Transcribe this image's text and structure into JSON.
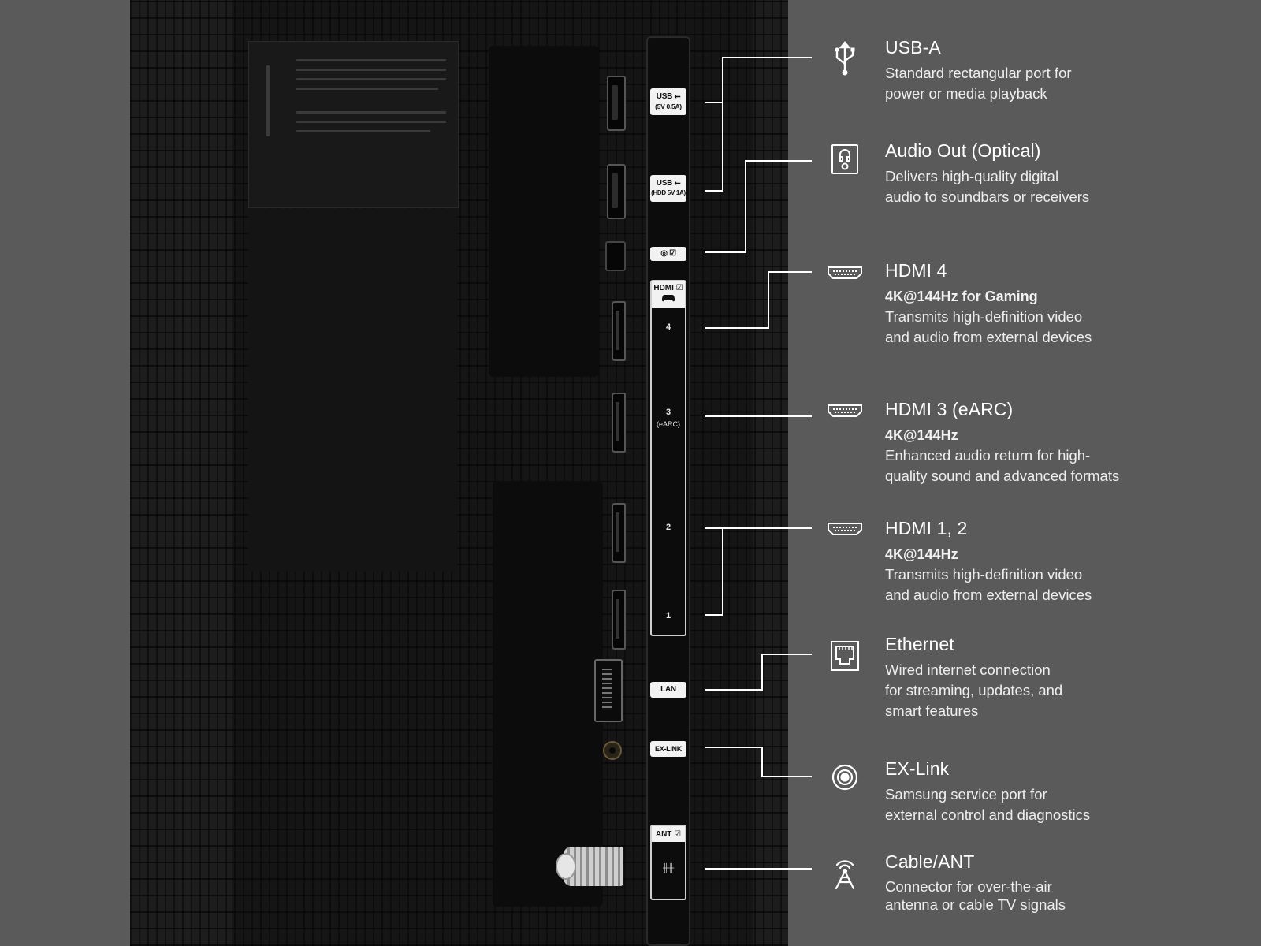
{
  "strip": {
    "usb1": [
      "USB ⭠",
      "(5V 0.5A)"
    ],
    "usb2": [
      "USB ⭠",
      "(HDD 5V 1A)"
    ],
    "optical": "◎ ☑",
    "hdmi_head": "HDMI ☑",
    "hdmi_numbers": [
      "4",
      "3",
      "(eARC)",
      "2",
      "1"
    ],
    "lan": "LAN",
    "exlink": "EX-LINK",
    "ant": "ANT ☑"
  },
  "ports": [
    {
      "icon": "usb-icon",
      "title": "USB-A",
      "spec": "",
      "description": "Standard rectangular port for\npower or media playback"
    },
    {
      "icon": "optical-audio-icon",
      "title": "Audio Out (Optical)",
      "spec": "",
      "description": "Delivers high-quality digital\naudio to soundbars or receivers"
    },
    {
      "icon": "hdmi-icon",
      "title": "HDMI 4",
      "spec": "4K@144Hz for Gaming",
      "description": "Transmits high-definition video\nand audio from external devices"
    },
    {
      "icon": "hdmi-icon",
      "title": "HDMI 3 (eARC)",
      "spec": "4K@144Hz",
      "description": "Enhanced audio return for high-\nquality sound and advanced formats"
    },
    {
      "icon": "hdmi-icon",
      "title": "HDMI 1, 2",
      "spec": "4K@144Hz",
      "description": "Transmits high-definition video\nand audio from external devices"
    },
    {
      "icon": "ethernet-icon",
      "title": "Ethernet",
      "spec": "",
      "description": "Wired internet connection\nfor streaming, updates, and\nsmart features"
    },
    {
      "icon": "ex-link-icon",
      "title": "EX-Link",
      "spec": "",
      "description": "Samsung service port for\nexternal control and diagnostics"
    },
    {
      "icon": "antenna-icon",
      "title": "Cable/ANT",
      "spec": "",
      "description": "Connector for over-the-air\nantenna or cable TV signals"
    }
  ]
}
